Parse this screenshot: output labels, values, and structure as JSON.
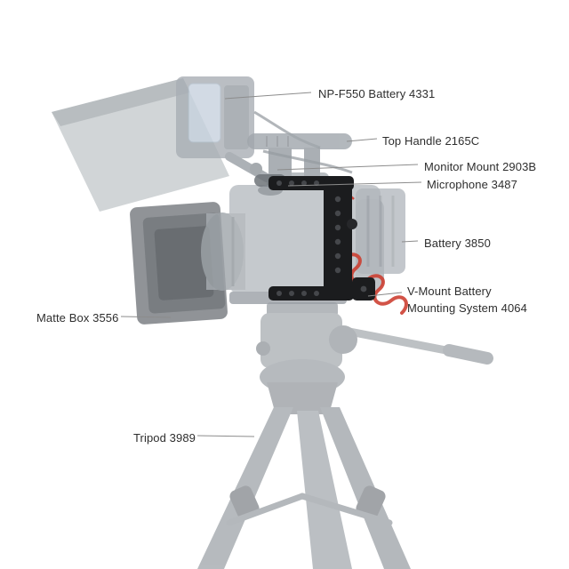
{
  "product_diagram": {
    "labels": {
      "np_f550_battery": "NP-F550 Battery 4331",
      "top_handle": "Top Handle 2165C",
      "monitor_mount": "Monitor Mount 2903B",
      "microphone": "Microphone 3487",
      "battery": "Battery 3850",
      "v_mount": "V-Mount Battery Mounting System 4064",
      "matte_box": "Matte Box 3556",
      "tripod": "Tripod 3989"
    },
    "colors": {
      "label_text": "#2e2e2e",
      "leader_line": "#8c8c8c",
      "highlighted_cage": "#1b1c1e",
      "cable_red": "#cc3b2e",
      "ghosted_rig_gray": "#a9afb5"
    }
  }
}
